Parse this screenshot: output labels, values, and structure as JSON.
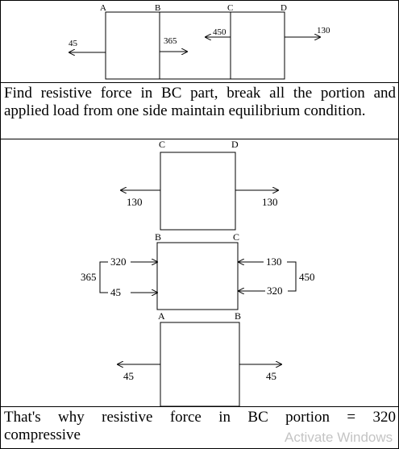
{
  "diagram1": {
    "point_a": "A",
    "point_b": "B",
    "point_c": "C",
    "point_d": "D",
    "load_a": "45",
    "load_b": "365",
    "load_c": "450",
    "load_d": "130"
  },
  "paragraph1": "Find resistive force in BC part, break all the portion and applied load from one side maintain equilibrium condition.",
  "segment_cd": {
    "label_left": "C",
    "label_right": "D",
    "force_left": "130",
    "force_right": "130"
  },
  "segment_bc": {
    "label_left": "B",
    "label_right": "C",
    "left_top": "320",
    "left_bottom": "45",
    "left_sum": "365",
    "right_top": "130",
    "right_bottom": "320",
    "right_sum": "450"
  },
  "segment_ab": {
    "label_left": "A",
    "label_right": "B",
    "force_left": "45",
    "force_right": "45"
  },
  "paragraph2_words": [
    "That's",
    "why",
    "resistive",
    "force",
    "in",
    "BC",
    "portion",
    "=",
    "320"
  ],
  "paragraph2_tail": "compressive",
  "watermark": "Activate Windows"
}
